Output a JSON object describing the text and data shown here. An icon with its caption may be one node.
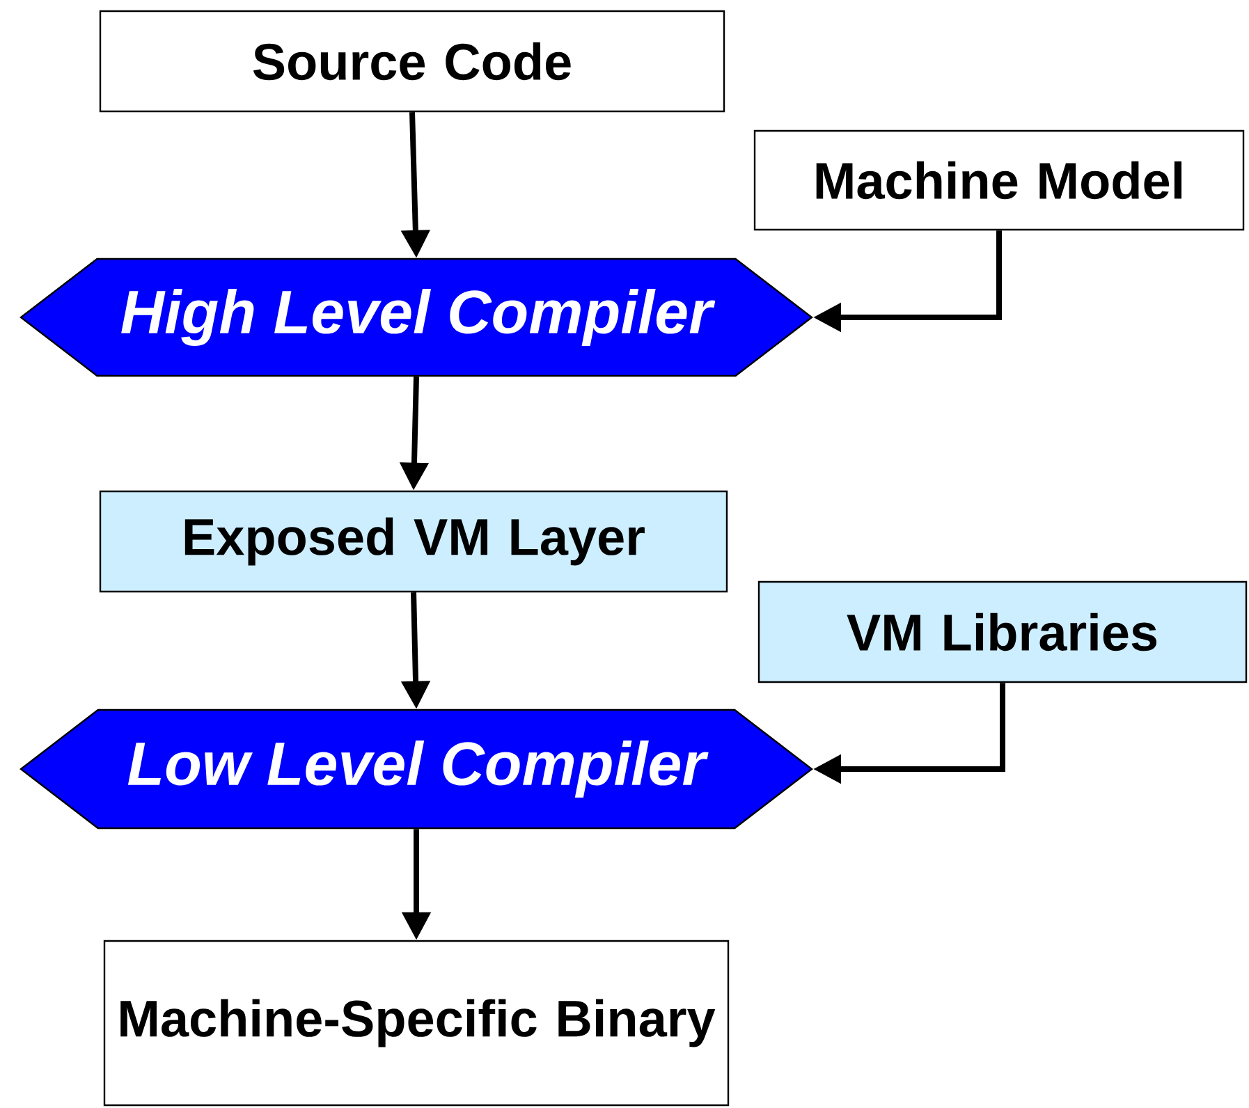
{
  "diagram": {
    "nodes": [
      {
        "text": [
          "Source Code"
        ]
      },
      {
        "text": [
          "Machine Model"
        ]
      },
      {
        "text": [
          "High Level Compiler"
        ]
      },
      {
        "text": [
          "Exposed VM Layer"
        ]
      },
      {
        "text": [
          "VM Libraries"
        ]
      },
      {
        "text": [
          "Low Level Compiler"
        ]
      },
      {
        "text": [
          "Machine-Specific Binary"
        ]
      }
    ],
    "edges": [
      {
        "from": 0,
        "to": 2,
        "arrow": "to"
      },
      {
        "from": 1,
        "to": 2,
        "arrow": "to"
      },
      {
        "from": 2,
        "to": 3,
        "arrow": "to"
      },
      {
        "from": 3,
        "to": 5,
        "arrow": "to"
      },
      {
        "from": 4,
        "to": 5,
        "arrow": "to"
      },
      {
        "from": 5,
        "to": 6,
        "arrow": "to"
      }
    ]
  }
}
